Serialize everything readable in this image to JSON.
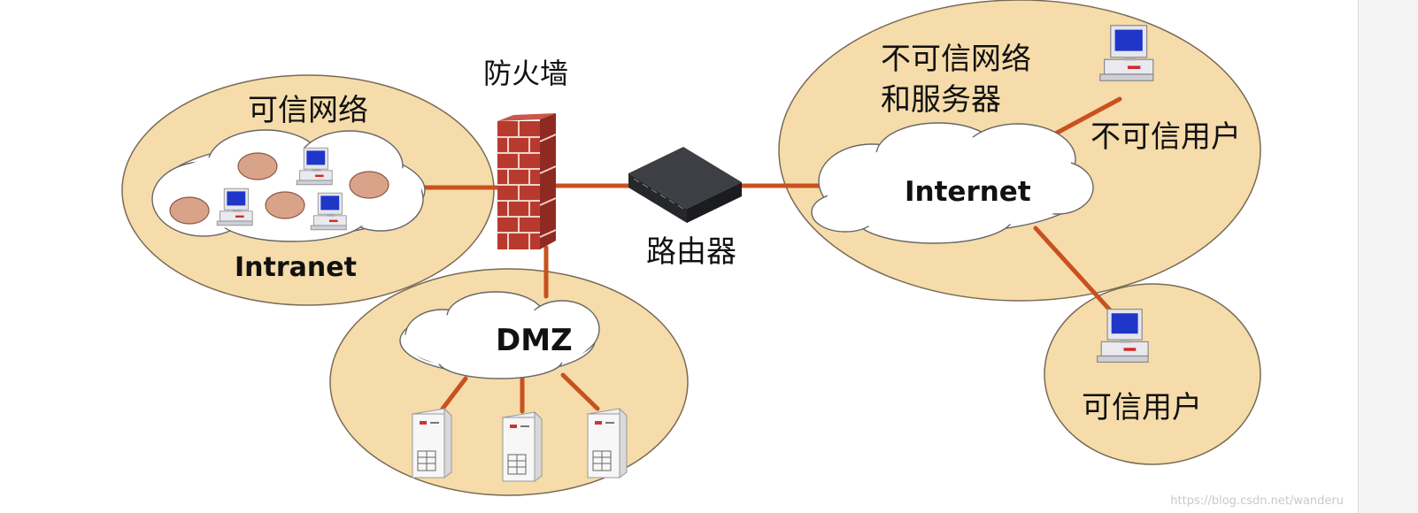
{
  "labels": {
    "firewall": "防火墙",
    "trusted_network": "可信网络",
    "intranet": "Intranet",
    "router": "路由器",
    "untrusted_line1": "不可信网络",
    "untrusted_line2": "和服务器",
    "internet": "Internet",
    "untrusted_user": "不可信用户",
    "trusted_user": "可信用户",
    "dmz": "DMZ"
  },
  "watermark": "https://blog.csdn.net/wanderu",
  "colors": {
    "zone_fill": "#f5dcaa",
    "zone_stroke": "#7a6a55",
    "link": "#c8511f",
    "brick": "#b83a2e",
    "cloud": "#ffffff"
  }
}
